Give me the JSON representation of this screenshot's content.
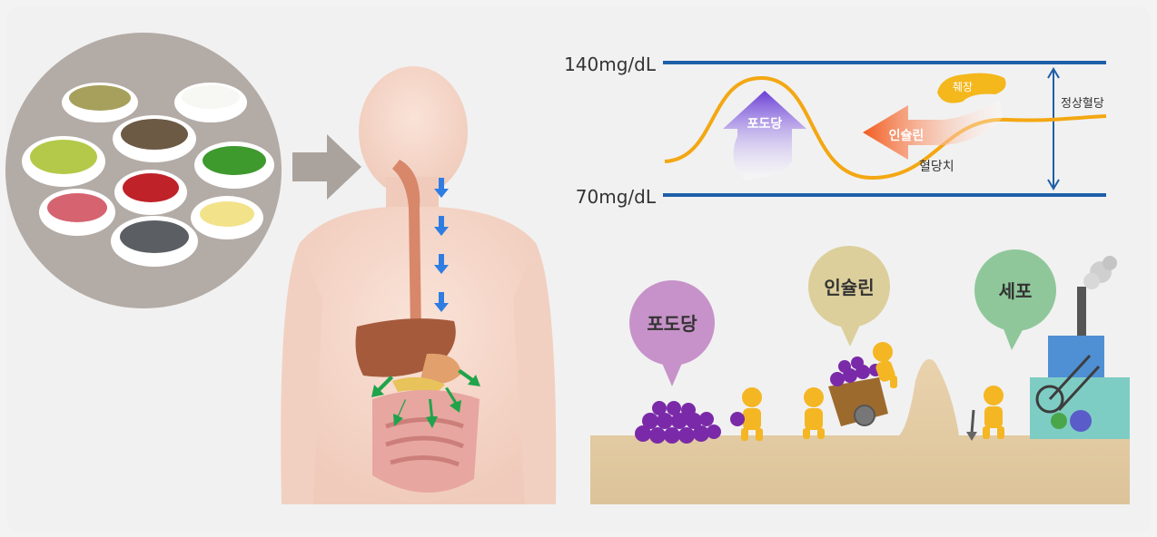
{
  "glucose_chart": {
    "upper_limit": "140mg/dL",
    "lower_limit": "70mg/dL",
    "range_label": "정상혈당",
    "glucose_arrow": "포도당",
    "insulin_arrow": "인슐린",
    "pancreas": "췌장",
    "curve_label": "혈당치"
  },
  "bubbles": {
    "glucose": "포도당",
    "insulin": "인슐린",
    "cell": "세포"
  },
  "colors": {
    "background": "#f3f3f3",
    "limit_line": "#1e5fa8",
    "curve": "#f3a712",
    "glucose_arrow": "#7b4fd8",
    "insulin_arrow": "#f4682a",
    "bubble_glucose": "#c792c9",
    "bubble_insulin": "#dccf9b",
    "bubble_cell": "#8fc79a",
    "ground": "#e6ceA6",
    "figure": "#f5b623",
    "grapes": "#7a2aa8"
  },
  "icons": {
    "food_plate": "food-plate-icon",
    "body": "human-body-icon",
    "digestion_arrows": "down-arrow-icon",
    "factory": "factory-icon",
    "worker": "worker-figure-icon"
  }
}
